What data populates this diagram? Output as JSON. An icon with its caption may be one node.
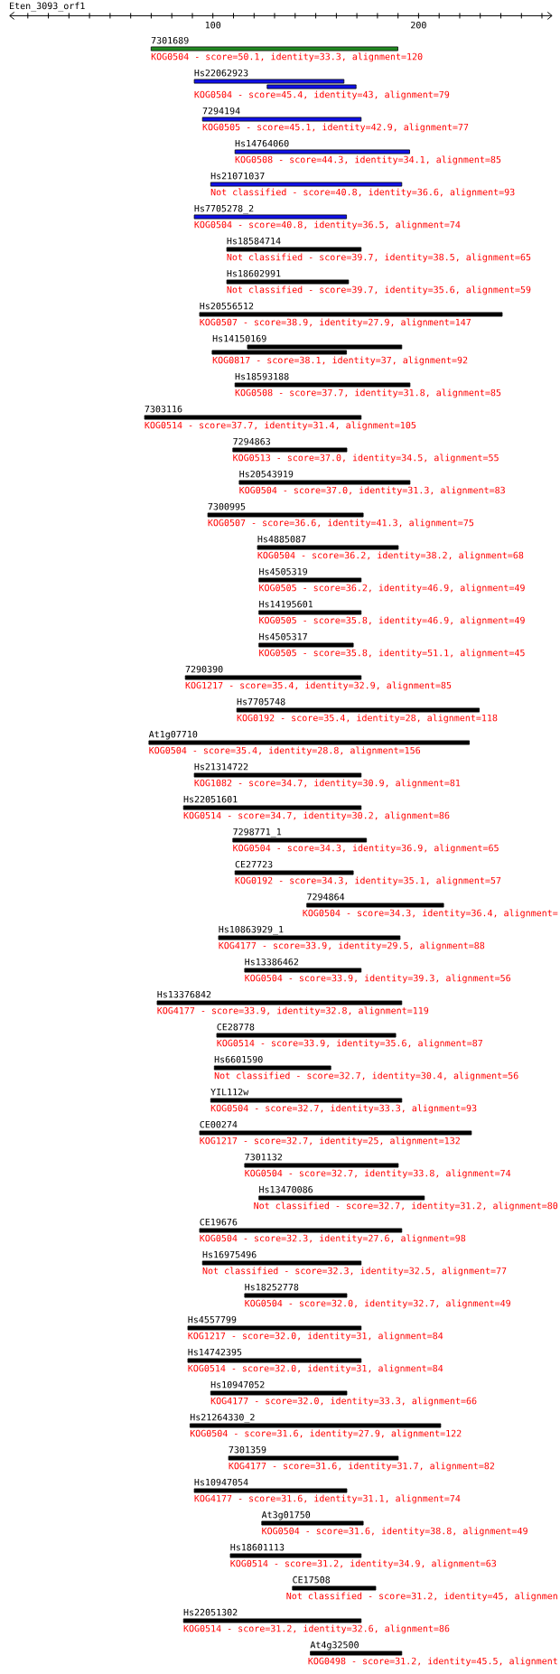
{
  "diagram": {
    "title": "Eten_3093_orf1",
    "nodes": [
      {
        "text": [
          "7301689",
          "KOG0504 - score=50.1, identity=33.3, alignment=120"
        ]
      },
      {
        "text": [
          "Hs22062923",
          "KOG0504 - score=45.4, identity=43, alignment=79"
        ]
      },
      {
        "text": [
          "7294194",
          "KOG0505 - score=45.1, identity=42.9, alignment=77"
        ]
      },
      {
        "text": [
          "Hs14764060",
          "KOG0508 - score=44.3, identity=34.1, alignment=85"
        ]
      },
      {
        "text": [
          "Hs21071037",
          "Not classified - score=40.8, identity=36.6, alignment=93"
        ]
      },
      {
        "text": [
          "Hs7705278_2",
          "KOG0504 - score=40.8, identity=36.5, alignment=74"
        ]
      },
      {
        "text": [
          "Hs18584714",
          "Not classified - score=39.7, identity=38.5, alignment=65"
        ]
      },
      {
        "text": [
          "Hs18602991",
          "Not classified - score=39.7, identity=35.6, alignment=59"
        ]
      },
      {
        "text": [
          "Hs20556512",
          "KOG0507 - score=38.9, identity=27.9, alignment=147"
        ]
      },
      {
        "text": [
          "Hs14150169",
          "KOG0817 - score=38.1, identity=37, alignment=92"
        ]
      },
      {
        "text": [
          "Hs18593188",
          "KOG0508 - score=37.7, identity=31.8, alignment=85"
        ]
      },
      {
        "text": [
          "7303116",
          "KOG0514 - score=37.7, identity=31.4, alignment=105"
        ]
      },
      {
        "text": [
          "7294863",
          "KOG0513 - score=37.0, identity=34.5, alignment=55"
        ]
      },
      {
        "text": [
          "Hs20543919",
          "KOG0504 - score=37.0, identity=31.3, alignment=83"
        ]
      },
      {
        "text": [
          "7300995",
          "KOG0507 - score=36.6, identity=41.3, alignment=75"
        ]
      },
      {
        "text": [
          "Hs4885087",
          "KOG0504 - score=36.2, identity=38.2, alignment=68"
        ]
      },
      {
        "text": [
          "Hs4505319",
          "KOG0505 - score=36.2, identity=46.9, alignment=49"
        ]
      },
      {
        "text": [
          "Hs14195601",
          "KOG0505 - score=35.8, identity=46.9, alignment=49"
        ]
      },
      {
        "text": [
          "Hs4505317",
          "KOG0505 - score=35.8, identity=51.1, alignment=45"
        ]
      },
      {
        "text": [
          "7290390",
          "KOG1217 - score=35.4, identity=32.9, alignment=85"
        ]
      },
      {
        "text": [
          "Hs7705748",
          "KOG0192 - score=35.4, identity=28, alignment=118"
        ]
      },
      {
        "text": [
          "At1g07710",
          "KOG0504 - score=35.4, identity=28.8, alignment=156"
        ]
      },
      {
        "text": [
          "Hs21314722",
          "KOG1082 - score=34.7, identity=30.9, alignment=81"
        ]
      },
      {
        "text": [
          "Hs22051601",
          "KOG0514 - score=34.7, identity=30.2, alignment=86"
        ]
      },
      {
        "text": [
          "7298771_1",
          "KOG0504 - score=34.3, identity=36.9, alignment=65"
        ]
      },
      {
        "text": [
          "CE27723",
          "KOG0192 - score=34.3, identity=35.1, alignment=57"
        ]
      },
      {
        "text": [
          "7294864",
          "KOG0504 - score=34.3, identity=36.4, alignment="
        ]
      },
      {
        "text": [
          "Hs10863929_1",
          "KOG4177 - score=33.9, identity=29.5, alignment=88"
        ]
      },
      {
        "text": [
          "Hs13386462",
          "KOG0504 - score=33.9, identity=39.3, alignment=56"
        ]
      },
      {
        "text": [
          "Hs13376842",
          "KOG4177 - score=33.9, identity=32.8, alignment=119"
        ]
      },
      {
        "text": [
          "CE28778",
          "KOG0514 - score=33.9, identity=35.6, alignment=87"
        ]
      },
      {
        "text": [
          "Hs6601590",
          "Not classified - score=32.7, identity=30.4, alignment=56"
        ]
      },
      {
        "text": [
          "YIL112w",
          "KOG0504 - score=32.7, identity=33.3, alignment=93"
        ]
      },
      {
        "text": [
          "CE00274",
          "KOG1217 - score=32.7, identity=25, alignment=132"
        ]
      },
      {
        "text": [
          "7301132",
          "KOG0504 - score=32.7, identity=33.8, alignment=74"
        ]
      },
      {
        "text": [
          "Hs13470086",
          "Not classified - score=32.7, identity=31.2, alignment=80"
        ]
      },
      {
        "text": [
          "CE19676",
          "KOG0504 - score=32.3, identity=27.6, alignment=98"
        ]
      },
      {
        "text": [
          "Hs16975496",
          "Not classified - score=32.3, identity=32.5, alignment=77"
        ]
      },
      {
        "text": [
          "Hs18252778",
          "KOG0504 - score=32.0, identity=32.7, alignment=49"
        ]
      },
      {
        "text": [
          "Hs4557799",
          "KOG1217 - score=32.0, identity=31, alignment=84"
        ]
      },
      {
        "text": [
          "Hs14742395",
          "KOG0514 - score=32.0, identity=31, alignment=84"
        ]
      },
      {
        "text": [
          "Hs10947052",
          "KOG4177 - score=32.0, identity=33.3, alignment=66"
        ]
      },
      {
        "text": [
          "Hs21264330_2",
          "KOG0504 - score=31.6, identity=27.9, alignment=122"
        ]
      },
      {
        "text": [
          "7301359",
          "KOG4177 - score=31.6, identity=31.7, alignment=82"
        ]
      },
      {
        "text": [
          "Hs10947054",
          "KOG4177 - score=31.6, identity=31.1, alignment=74"
        ]
      },
      {
        "text": [
          "At3g01750",
          "KOG0504 - score=31.6, identity=38.8, alignment=49"
        ]
      },
      {
        "text": [
          "Hs18601113",
          "KOG0514 - score=31.2, identity=34.9, alignment=63"
        ]
      },
      {
        "text": [
          "CE17508",
          "Not classified - score=31.2, identity=45, alignmen"
        ]
      },
      {
        "text": [
          "Hs22051302",
          "KOG0514 - score=31.2, identity=32.6, alignment=86"
        ]
      },
      {
        "text": [
          "At4g32500",
          "KOG0498 - score=31.2, identity=45.5, alignment"
        ]
      }
    ],
    "labels": [
      "100",
      "200"
    ]
  }
}
